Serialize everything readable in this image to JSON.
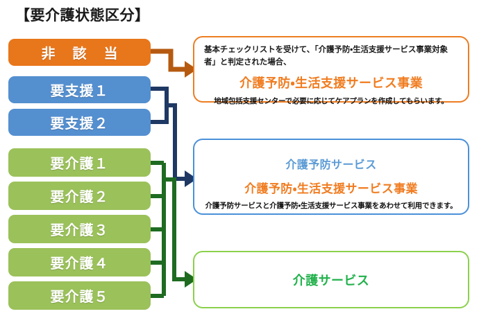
{
  "title": "【要介護状態区分】",
  "colors": {
    "orange_fill": "#E8761B",
    "blue_fill": "#548FD0",
    "green_fill": "#9BC15A",
    "orange_border": "#ED7D22",
    "blue_border": "#4A90D9",
    "green_border": "#8BD14C",
    "orange_text": "#F07C20",
    "blue_text": "#5B9BD5",
    "green_text": "#22B14C",
    "orange_connector": "#B55A10",
    "navy_connector": "#1F3864",
    "green_connector": "#1E6B21"
  },
  "levels": [
    {
      "label": "非 該 当",
      "color": "orange"
    },
    {
      "label": "要支援１",
      "color": "blue"
    },
    {
      "label": "要支援２",
      "color": "blue"
    },
    {
      "label": "要介護１",
      "color": "green"
    },
    {
      "label": "要介護２",
      "color": "green"
    },
    {
      "label": "要介護３",
      "color": "green"
    },
    {
      "label": "要介護４",
      "color": "green"
    },
    {
      "label": "要介護５",
      "color": "green"
    }
  ],
  "panels": {
    "orange": {
      "lead": "基本チェックリストを受けて、「介護予防・生活支援サービス事業対象者」と判定された場合、",
      "heading": "介護予防・生活支援サービス事業",
      "note": "地域包括支援センターで必要に応じてケアプランを作成してもらいます。"
    },
    "blue": {
      "heading1": "介護予防サービス",
      "heading2": "介護予防・生活支援サービス事業",
      "note": "介護予防サービスと介護予防・生活支援サービス事業をあわせて利用できます。"
    },
    "green": {
      "heading": "介護サービス"
    }
  }
}
